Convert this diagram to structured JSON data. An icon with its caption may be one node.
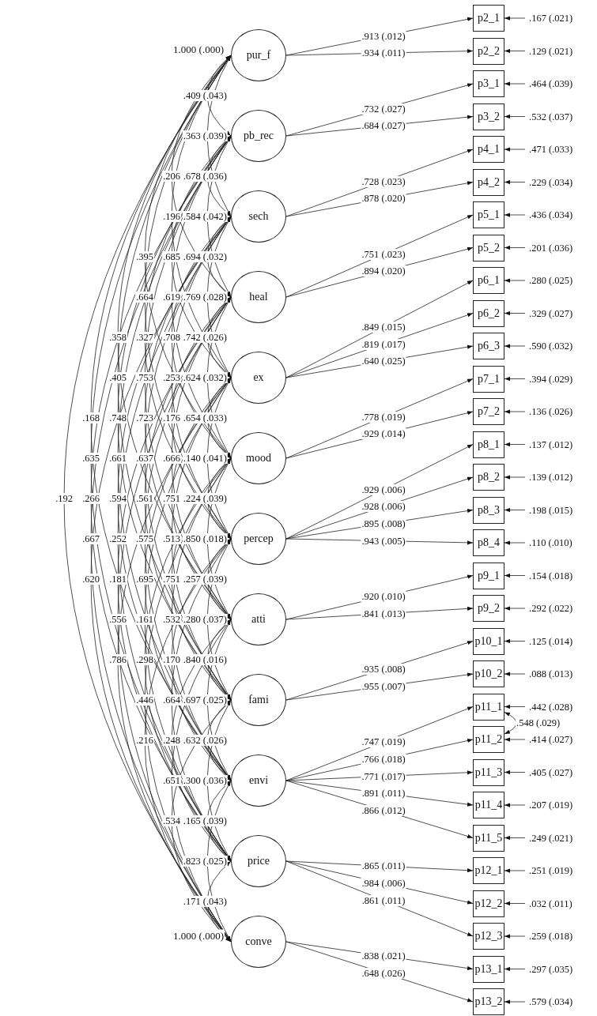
{
  "diagram": {
    "nodes": [
      {
        "text": [
          "pur_f"
        ],
        "beside": [
          "1.000 (.000)"
        ]
      },
      {
        "text": [
          "pb_rec"
        ]
      },
      {
        "text": [
          "sech"
        ]
      },
      {
        "text": [
          "heal"
        ]
      },
      {
        "text": [
          "ex"
        ]
      },
      {
        "text": [
          "mood"
        ]
      },
      {
        "text": [
          "percep"
        ]
      },
      {
        "text": [
          "atti"
        ]
      },
      {
        "text": [
          "fami"
        ]
      },
      {
        "text": [
          "envi"
        ]
      },
      {
        "text": [
          "price"
        ]
      },
      {
        "text": [
          "conve"
        ],
        "beside": [
          "1.000 (.000)"
        ]
      },
      {
        "text": [
          "p2_1"
        ]
      },
      {
        "text": [
          "p2_2"
        ]
      },
      {
        "text": [
          "p3_1"
        ]
      },
      {
        "text": [
          "p3_2"
        ]
      },
      {
        "text": [
          "p4_1"
        ]
      },
      {
        "text": [
          "p4_2"
        ]
      },
      {
        "text": [
          "p5_1"
        ]
      },
      {
        "text": [
          "p5_2"
        ]
      },
      {
        "text": [
          "p6_1"
        ]
      },
      {
        "text": [
          "p6_2"
        ]
      },
      {
        "text": [
          "p6_3"
        ]
      },
      {
        "text": [
          "p7_1"
        ]
      },
      {
        "text": [
          "p7_2"
        ]
      },
      {
        "text": [
          "p8_1"
        ]
      },
      {
        "text": [
          "p8_2"
        ]
      },
      {
        "text": [
          "p8_3"
        ]
      },
      {
        "text": [
          "p8_4"
        ]
      },
      {
        "text": [
          "p9_1"
        ]
      },
      {
        "text": [
          "p9_2"
        ]
      },
      {
        "text": [
          "p10_1"
        ]
      },
      {
        "text": [
          "p10_2"
        ]
      },
      {
        "text": [
          "p11_1"
        ]
      },
      {
        "text": [
          "p11_2"
        ]
      },
      {
        "text": [
          "p11_3"
        ]
      },
      {
        "text": [
          "p11_4"
        ]
      },
      {
        "text": [
          "p11_5"
        ]
      },
      {
        "text": [
          "p12_1"
        ]
      },
      {
        "text": [
          "p12_2"
        ]
      },
      {
        "text": [
          "p12_3"
        ]
      },
      {
        "text": [
          "p13_1"
        ]
      },
      {
        "text": [
          "p13_2"
        ]
      }
    ],
    "edges": [
      {
        "from": 0,
        "to": 1,
        "arrow": "both",
        "label": ".409 (.043)"
      },
      {
        "from": 0,
        "to": 2,
        "arrow": "both",
        "label": ".363 (.039)"
      },
      {
        "from": 0,
        "to": 3,
        "arrow": "both",
        "label": ".206"
      },
      {
        "from": 1,
        "to": 2,
        "arrow": "both",
        "label": ".678 (.036)"
      },
      {
        "from": 0,
        "to": 4,
        "arrow": "both",
        "label": ".196"
      },
      {
        "from": 1,
        "to": 3,
        "arrow": "both",
        "label": ".584 (.042)"
      },
      {
        "from": 0,
        "to": 5,
        "arrow": "both",
        "label": ".395"
      },
      {
        "from": 1,
        "to": 4,
        "arrow": "both",
        "label": ".685"
      },
      {
        "from": 2,
        "to": 3,
        "arrow": "both",
        "label": ".694 (.032)"
      },
      {
        "from": 0,
        "to": 6,
        "arrow": "both",
        "label": ".664"
      },
      {
        "from": 1,
        "to": 5,
        "arrow": "both",
        "label": ".619"
      },
      {
        "from": 2,
        "to": 4,
        "arrow": "both",
        "label": ".769 (.028)"
      },
      {
        "from": 0,
        "to": 7,
        "arrow": "both",
        "label": ".358"
      },
      {
        "from": 1,
        "to": 6,
        "arrow": "both",
        "label": ".327"
      },
      {
        "from": 2,
        "to": 5,
        "arrow": "both",
        "label": ".708"
      },
      {
        "from": 3,
        "to": 4,
        "arrow": "both",
        "label": ".742 (.026)"
      },
      {
        "from": 0,
        "to": 8,
        "arrow": "both",
        "label": ".405"
      },
      {
        "from": 1,
        "to": 7,
        "arrow": "both",
        "label": ".753"
      },
      {
        "from": 2,
        "to": 6,
        "arrow": "both",
        "label": ".253"
      },
      {
        "from": 3,
        "to": 5,
        "arrow": "both",
        "label": ".624 (.032)"
      },
      {
        "from": 0,
        "to": 9,
        "arrow": "both",
        "label": ".168"
      },
      {
        "from": 1,
        "to": 8,
        "arrow": "both",
        "label": ".748"
      },
      {
        "from": 2,
        "to": 7,
        "arrow": "both",
        "label": ".723"
      },
      {
        "from": 3,
        "to": 6,
        "arrow": "both",
        "label": ".176"
      },
      {
        "from": 4,
        "to": 5,
        "arrow": "both",
        "label": ".654 (.033)"
      },
      {
        "from": 0,
        "to": 10,
        "arrow": "both",
        "label": ".635"
      },
      {
        "from": 1,
        "to": 9,
        "arrow": "both",
        "label": ".661"
      },
      {
        "from": 2,
        "to": 8,
        "arrow": "both",
        "label": ".637"
      },
      {
        "from": 3,
        "to": 7,
        "arrow": "both",
        "label": ".666"
      },
      {
        "from": 4,
        "to": 6,
        "arrow": "both",
        "label": ".140 (.041)"
      },
      {
        "from": 0,
        "to": 11,
        "arrow": "both",
        "label": ".192"
      },
      {
        "from": 1,
        "to": 10,
        "arrow": "both",
        "label": ".266"
      },
      {
        "from": 2,
        "to": 9,
        "arrow": "both",
        "label": ".594"
      },
      {
        "from": 3,
        "to": 8,
        "arrow": "both",
        "label": ".561"
      },
      {
        "from": 4,
        "to": 7,
        "arrow": "both",
        "label": ".751"
      },
      {
        "from": 5,
        "to": 6,
        "arrow": "both",
        "label": ".224 (.039)"
      },
      {
        "from": 1,
        "to": 11,
        "arrow": "both",
        "label": ".667"
      },
      {
        "from": 2,
        "to": 10,
        "arrow": "both",
        "label": ".252"
      },
      {
        "from": 3,
        "to": 9,
        "arrow": "both",
        "label": ".575"
      },
      {
        "from": 4,
        "to": 8,
        "arrow": "both",
        "label": ".513"
      },
      {
        "from": 5,
        "to": 7,
        "arrow": "both",
        "label": ".850 (.018)"
      },
      {
        "from": 2,
        "to": 11,
        "arrow": "both",
        "label": ".620"
      },
      {
        "from": 3,
        "to": 10,
        "arrow": "both",
        "label": ".181"
      },
      {
        "from": 4,
        "to": 9,
        "arrow": "both",
        "label": ".695"
      },
      {
        "from": 5,
        "to": 8,
        "arrow": "both",
        "label": ".751"
      },
      {
        "from": 6,
        "to": 7,
        "arrow": "both",
        "label": ".257 (.039)"
      },
      {
        "from": 3,
        "to": 11,
        "arrow": "both",
        "label": ".556"
      },
      {
        "from": 4,
        "to": 10,
        "arrow": "both",
        "label": ".161"
      },
      {
        "from": 5,
        "to": 9,
        "arrow": "both",
        "label": ".532"
      },
      {
        "from": 6,
        "to": 8,
        "arrow": "both",
        "label": ".280 (.037)"
      },
      {
        "from": 4,
        "to": 11,
        "arrow": "both",
        "label": ".786"
      },
      {
        "from": 5,
        "to": 10,
        "arrow": "both",
        "label": ".298"
      },
      {
        "from": 6,
        "to": 9,
        "arrow": "both",
        "label": ".170"
      },
      {
        "from": 7,
        "to": 8,
        "arrow": "both",
        "label": ".840 (.016)"
      },
      {
        "from": 5,
        "to": 11,
        "arrow": "both",
        "label": ".446"
      },
      {
        "from": 6,
        "to": 10,
        "arrow": "both",
        "label": ".664"
      },
      {
        "from": 7,
        "to": 9,
        "arrow": "both",
        "label": ".697 (.025)"
      },
      {
        "from": 6,
        "to": 11,
        "arrow": "both",
        "label": ".216"
      },
      {
        "from": 7,
        "to": 10,
        "arrow": "both",
        "label": ".248"
      },
      {
        "from": 8,
        "to": 9,
        "arrow": "both",
        "label": ".632 (.026)"
      },
      {
        "from": 7,
        "to": 11,
        "arrow": "both",
        "label": ".651"
      },
      {
        "from": 8,
        "to": 10,
        "arrow": "both",
        "label": ".300 (.036)"
      },
      {
        "from": 8,
        "to": 11,
        "arrow": "both",
        "label": ".534"
      },
      {
        "from": 9,
        "to": 10,
        "arrow": "both",
        "label": ".165 (.039)"
      },
      {
        "from": 9,
        "to": 11,
        "arrow": "both",
        "label": ".823 (.025)"
      },
      {
        "from": 10,
        "to": 11,
        "arrow": "both",
        "label": ".171 (.043)"
      },
      {
        "from": 0,
        "to": 12,
        "arrow": "to",
        "label": ".913 (.012)"
      },
      {
        "from": 0,
        "to": 13,
        "arrow": "to",
        "label": ".934 (.011)"
      },
      {
        "from": 1,
        "to": 14,
        "arrow": "to",
        "label": ".732 (.027)"
      },
      {
        "from": 1,
        "to": 15,
        "arrow": "to",
        "label": ".684 (.027)"
      },
      {
        "from": 2,
        "to": 16,
        "arrow": "to",
        "label": ".728 (.023)"
      },
      {
        "from": 2,
        "to": 17,
        "arrow": "to",
        "label": ".878 (.020)"
      },
      {
        "from": 3,
        "to": 18,
        "arrow": "to",
        "label": ".751 (.023)"
      },
      {
        "from": 3,
        "to": 19,
        "arrow": "to",
        "label": ".894 (.020)"
      },
      {
        "from": 4,
        "to": 20,
        "arrow": "to",
        "label": ".849 (.015)"
      },
      {
        "from": 4,
        "to": 21,
        "arrow": "to",
        "label": ".819 (.017)"
      },
      {
        "from": 4,
        "to": 22,
        "arrow": "to",
        "label": ".640 (.025)"
      },
      {
        "from": 5,
        "to": 23,
        "arrow": "to",
        "label": ".778 (.019)"
      },
      {
        "from": 5,
        "to": 24,
        "arrow": "to",
        "label": ".929 (.014)"
      },
      {
        "from": 6,
        "to": 25,
        "arrow": "to",
        "label": ".929 (.006)"
      },
      {
        "from": 6,
        "to": 26,
        "arrow": "to",
        "label": ".928 (.006)"
      },
      {
        "from": 6,
        "to": 27,
        "arrow": "to",
        "label": ".895 (.008)"
      },
      {
        "from": 6,
        "to": 28,
        "arrow": "to",
        "label": ".943 (.005)"
      },
      {
        "from": 7,
        "to": 29,
        "arrow": "to",
        "label": ".920 (.010)"
      },
      {
        "from": 7,
        "to": 30,
        "arrow": "to",
        "label": ".841 (.013)"
      },
      {
        "from": 8,
        "to": 31,
        "arrow": "to",
        "label": ".935 (.008)"
      },
      {
        "from": 8,
        "to": 32,
        "arrow": "to",
        "label": ".955 (.007)"
      },
      {
        "from": 9,
        "to": 33,
        "arrow": "to",
        "label": ".747 (.019)"
      },
      {
        "from": 9,
        "to": 34,
        "arrow": "to",
        "label": ".766 (.018)"
      },
      {
        "from": 9,
        "to": 35,
        "arrow": "to",
        "label": ".771 (.017)"
      },
      {
        "from": 9,
        "to": 36,
        "arrow": "to",
        "label": ".891 (.011)"
      },
      {
        "from": 9,
        "to": 37,
        "arrow": "to",
        "label": ".866 (.012)"
      },
      {
        "from": 10,
        "to": 38,
        "arrow": "to",
        "label": ".865 (.011)"
      },
      {
        "from": 10,
        "to": 39,
        "arrow": "to",
        "label": ".984 (.006)"
      },
      {
        "from": 10,
        "to": 40,
        "arrow": "to",
        "label": ".861 (.011)"
      },
      {
        "from": 11,
        "to": 41,
        "arrow": "to",
        "label": ".838 (.021)"
      },
      {
        "from": 11,
        "to": 42,
        "arrow": "to",
        "label": ".648 (.026)"
      },
      {
        "from": null,
        "to": 12,
        "arrow": "to",
        "label": ".167 (.021)"
      },
      {
        "from": null,
        "to": 13,
        "arrow": "to",
        "label": ".129 (.021)"
      },
      {
        "from": null,
        "to": 14,
        "arrow": "to",
        "label": ".464 (.039)"
      },
      {
        "from": null,
        "to": 15,
        "arrow": "to",
        "label": ".532 (.037)"
      },
      {
        "from": null,
        "to": 16,
        "arrow": "to",
        "label": ".471 (.033)"
      },
      {
        "from": null,
        "to": 17,
        "arrow": "to",
        "label": ".229 (.034)"
      },
      {
        "from": null,
        "to": 18,
        "arrow": "to",
        "label": ".436 (.034)"
      },
      {
        "from": null,
        "to": 19,
        "arrow": "to",
        "label": ".201 (.036)"
      },
      {
        "from": null,
        "to": 20,
        "arrow": "to",
        "label": ".280 (.025)"
      },
      {
        "from": null,
        "to": 21,
        "arrow": "to",
        "label": ".329 (.027)"
      },
      {
        "from": null,
        "to": 22,
        "arrow": "to",
        "label": ".590 (.032)"
      },
      {
        "from": null,
        "to": 23,
        "arrow": "to",
        "label": ".394 (.029)"
      },
      {
        "from": null,
        "to": 24,
        "arrow": "to",
        "label": ".136 (.026)"
      },
      {
        "from": null,
        "to": 25,
        "arrow": "to",
        "label": ".137 (.012)"
      },
      {
        "from": null,
        "to": 26,
        "arrow": "to",
        "label": ".139 (.012)"
      },
      {
        "from": null,
        "to": 27,
        "arrow": "to",
        "label": ".198 (.015)"
      },
      {
        "from": null,
        "to": 28,
        "arrow": "to",
        "label": ".110 (.010)"
      },
      {
        "from": null,
        "to": 29,
        "arrow": "to",
        "label": ".154 (.018)"
      },
      {
        "from": null,
        "to": 30,
        "arrow": "to",
        "label": ".292 (.022)"
      },
      {
        "from": null,
        "to": 31,
        "arrow": "to",
        "label": ".125 (.014)"
      },
      {
        "from": null,
        "to": 32,
        "arrow": "to",
        "label": ".088 (.013)"
      },
      {
        "from": null,
        "to": 33,
        "arrow": "to",
        "label": ".442 (.028)"
      },
      {
        "from": null,
        "to": 34,
        "arrow": "to",
        "label": ".414 (.027)"
      },
      {
        "from": null,
        "to": 35,
        "arrow": "to",
        "label": ".405 (.027)"
      },
      {
        "from": null,
        "to": 36,
        "arrow": "to",
        "label": ".207 (.019)"
      },
      {
        "from": null,
        "to": 37,
        "arrow": "to",
        "label": ".249 (.021)"
      },
      {
        "from": null,
        "to": 38,
        "arrow": "to",
        "label": ".251 (.019)"
      },
      {
        "from": null,
        "to": 39,
        "arrow": "to",
        "label": ".032 (.011)"
      },
      {
        "from": null,
        "to": 40,
        "arrow": "to",
        "label": ".259 (.018)"
      },
      {
        "from": null,
        "to": 41,
        "arrow": "to",
        "label": ".297 (.035)"
      },
      {
        "from": null,
        "to": 42,
        "arrow": "to",
        "label": ".579 (.034)"
      },
      {
        "from": 33,
        "to": 34,
        "arrow": "both",
        "label": ".548 (.029)"
      }
    ]
  }
}
